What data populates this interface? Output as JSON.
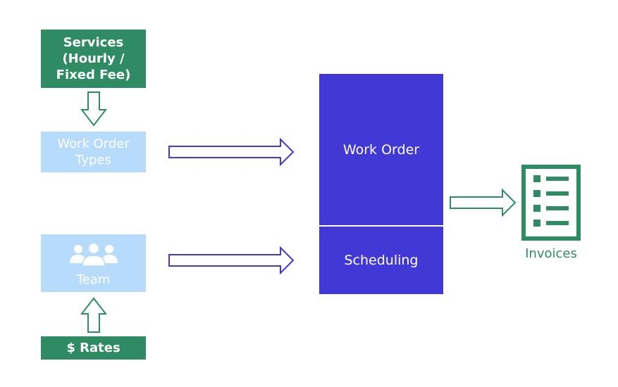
{
  "diagram": {
    "services": {
      "line1": "Services",
      "line2": "(Hourly /",
      "line3": "Fixed Fee)"
    },
    "work_order_types": {
      "line1": "Work Order",
      "line2": "Types"
    },
    "team": {
      "label": "Team",
      "icon": "team-icon"
    },
    "rates": {
      "label": "$ Rates"
    },
    "work_order": {
      "label": "Work Order"
    },
    "scheduling": {
      "label": "Scheduling"
    },
    "invoices": {
      "label": "Invoices",
      "icon": "invoice-list-icon"
    }
  },
  "colors": {
    "green": "#2e8b63",
    "light_blue": "#b7dcfb",
    "blue": "#4138d6",
    "arrow_outline": "#4138d6"
  }
}
